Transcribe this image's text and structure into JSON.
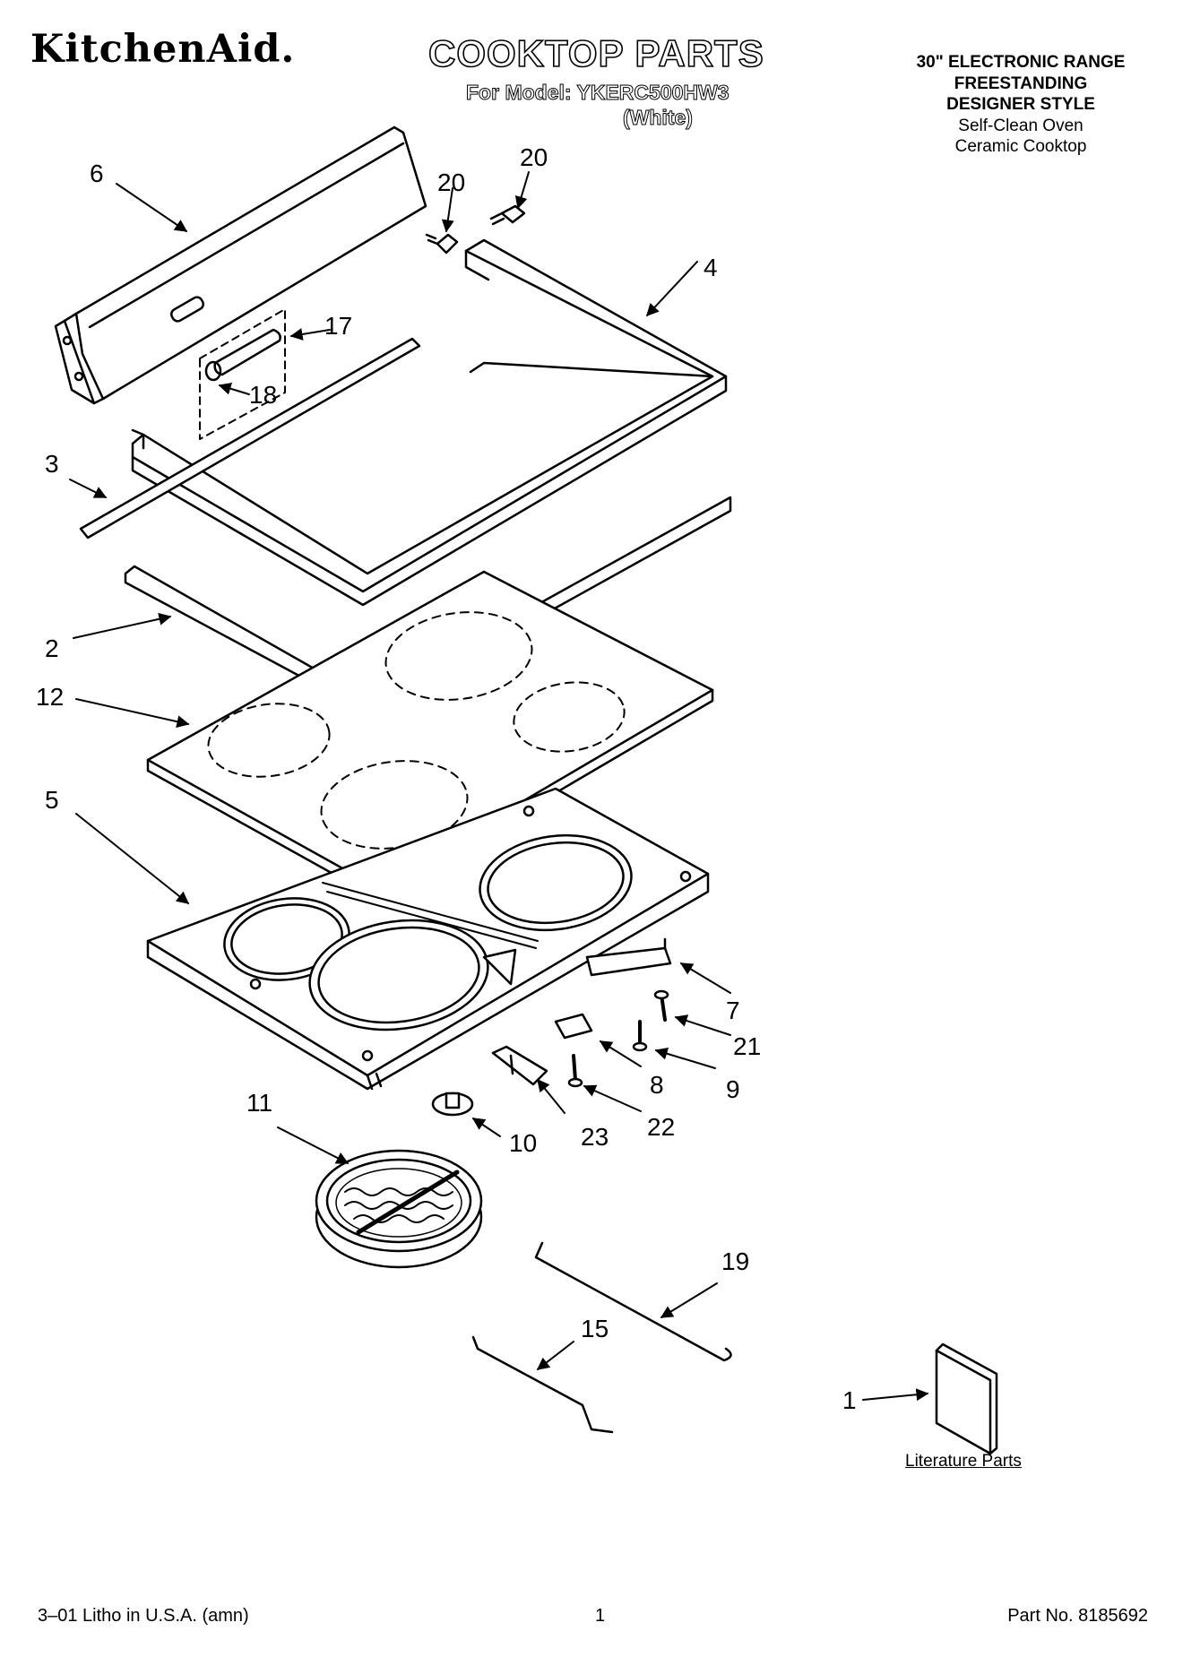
{
  "header": {
    "brand": "KitchenAid.",
    "title": "COOKTOP PARTS",
    "model_line": "For Model: YKERC500HW3",
    "color_line": "(White)",
    "description": [
      "30\" ELECTRONIC RANGE",
      "FREESTANDING",
      "DESIGNER STYLE",
      "Self-Clean Oven",
      "Ceramic Cooktop"
    ]
  },
  "callouts": [
    "6",
    "20",
    "20",
    "4",
    "17",
    "18",
    "3",
    "2",
    "12",
    "5",
    "7",
    "21",
    "9",
    "8",
    "22",
    "23",
    "10",
    "11",
    "19",
    "15",
    "1"
  ],
  "literature_label": "Literature Parts",
  "footer": {
    "left": "3–01 Litho in U.S.A. (amn)",
    "center": "1",
    "right": "Part No. 8185692"
  }
}
